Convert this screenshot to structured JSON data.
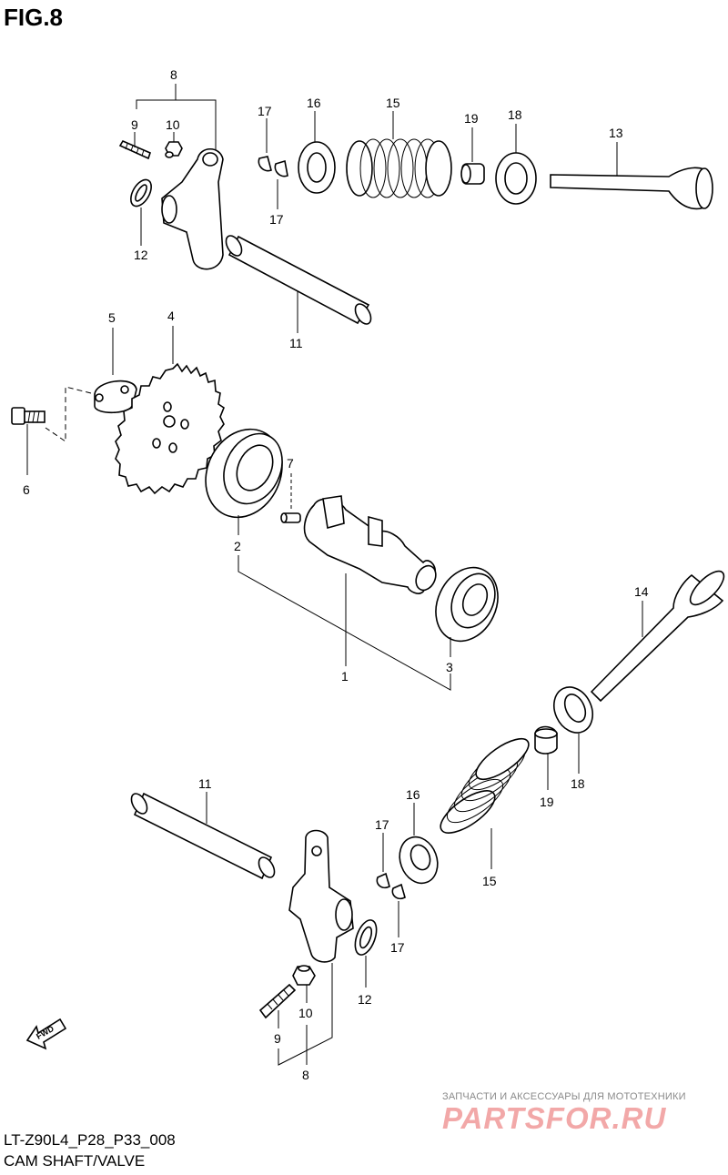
{
  "figure": {
    "title": "FIG.8"
  },
  "footer": {
    "code": "LT-Z90L4_P28_P33_008",
    "name": "CAM SHAFT/VALVE"
  },
  "watermark": {
    "tagline": "ЗАПЧАСТИ И АКСЕССУАРЫ ДЛЯ МОТОТЕХНИКИ",
    "brand": "PARTSFOR.RU"
  },
  "fwd_arrow": {
    "text": "FWD"
  },
  "labels": {
    "p8_top": "8",
    "p9_top": "9",
    "p10_top": "10",
    "p12_top": "12",
    "p17_top_a": "17",
    "p17_top_b": "17",
    "p16_top": "16",
    "p15_top": "15",
    "p19_top": "19",
    "p18_top": "18",
    "p13": "13",
    "p11_top": "11",
    "p5": "5",
    "p4": "4",
    "p6": "6",
    "p7": "7",
    "p2": "2",
    "p1": "1",
    "p3": "3",
    "p14": "14",
    "p18_bot": "18",
    "p19_bot": "19",
    "p11_bot": "11",
    "p16_bot": "16",
    "p17_bot_a": "17",
    "p17_bot_b": "17",
    "p15_bot": "15",
    "p12_bot": "12",
    "p10_bot": "10",
    "p9_bot": "9",
    "p8_bot": "8"
  }
}
